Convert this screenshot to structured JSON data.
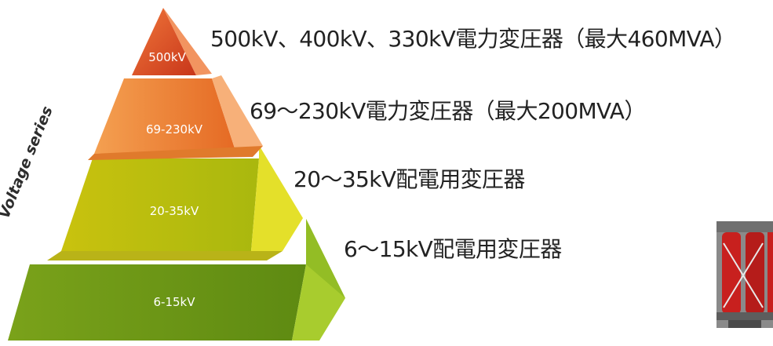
{
  "diagram": {
    "axis_label": "Voltage series",
    "tiers": [
      {
        "label": "500kV",
        "description": "500kV、400kV、330kV電力変圧器（最大460MVA）",
        "color_top": "#e8622a",
        "color_side": "#f4a77a"
      },
      {
        "label": "69-230kV",
        "description": "69～230kV電力変圧器（最大200MVA）",
        "color_top": "#f08a3c",
        "color_side": "#f7b27a"
      },
      {
        "label": "20-35kV",
        "description": "20～35kV配電用変圧器",
        "color_top": "#c9c21a",
        "color_side": "#e8e23a"
      },
      {
        "label": "6-15kV",
        "description": "6～15kV配電用変圧器",
        "color_top": "#7faa1e",
        "color_side": "#a9d23a"
      }
    ]
  },
  "product_image": {
    "icon": "transformer-icon",
    "color": "#c0201e"
  }
}
